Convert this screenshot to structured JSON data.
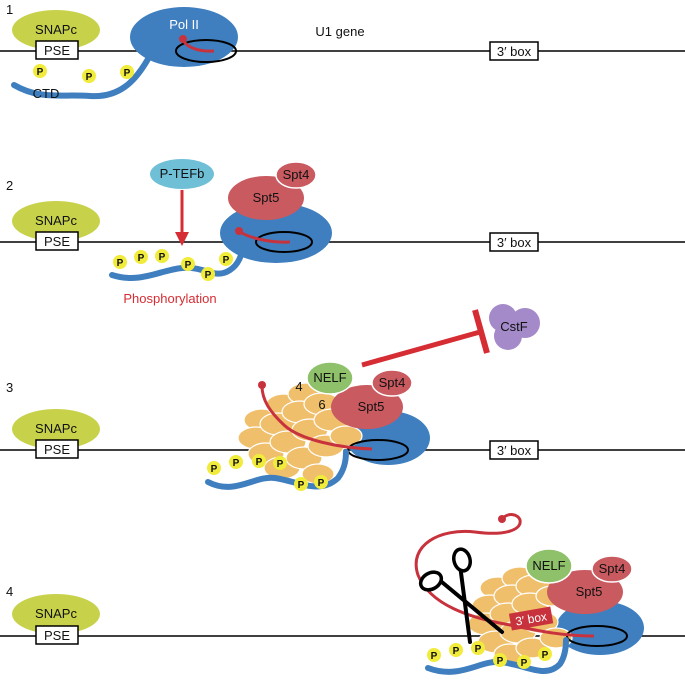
{
  "figure": {
    "steps": [
      "1",
      "2",
      "3",
      "4"
    ],
    "gene_label": "U1 gene",
    "snapc": "SNAPc",
    "pse": "PSE",
    "box3": "3′ box",
    "pol2": "Pol II",
    "ctd": "CTD",
    "p": "P",
    "ptefb": "P-TEFb",
    "phosphorylation": "Phosphorylation",
    "spt4": "Spt4",
    "spt5": "Spt5",
    "nelf": "NELF",
    "cstf": "CstF",
    "integrator_4": "4",
    "integrator_6": "6"
  },
  "colors": {
    "snapc": "#c7d24a",
    "pol2": "#3f7fbf",
    "ctd": "#3f7fbf",
    "phospho": "#f1ec3b",
    "ptefb": "#6fbfd6",
    "spt": "#c85a60",
    "nelf": "#8fc06a",
    "cstf": "#a48ac8",
    "integrator": "#f0bf6c",
    "rna": "#c8323c",
    "inhibit": "#d62d34"
  }
}
